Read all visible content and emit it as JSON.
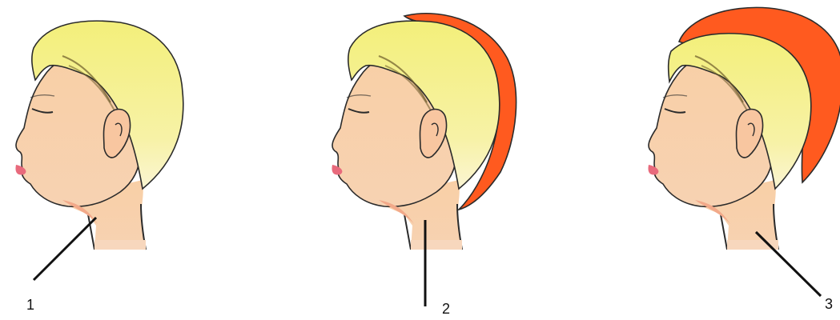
{
  "figures": [
    {
      "label": "1",
      "overlay": false,
      "overlay_type": "none"
    },
    {
      "label": "2",
      "overlay": true,
      "overlay_type": "back-band"
    },
    {
      "label": "3",
      "overlay": true,
      "overlay_type": "top-band"
    }
  ],
  "colors": {
    "skin": "#f6c79c",
    "skin_shadow": "#f2a98a",
    "hair": "#f3f08c",
    "hair_light": "#fbf7c6",
    "hair_strands": "#6b5a2a",
    "overlay": "#ff5a1f",
    "lips": "#e86a7c",
    "outline": "#2b2b2b",
    "leader": "#111111"
  }
}
